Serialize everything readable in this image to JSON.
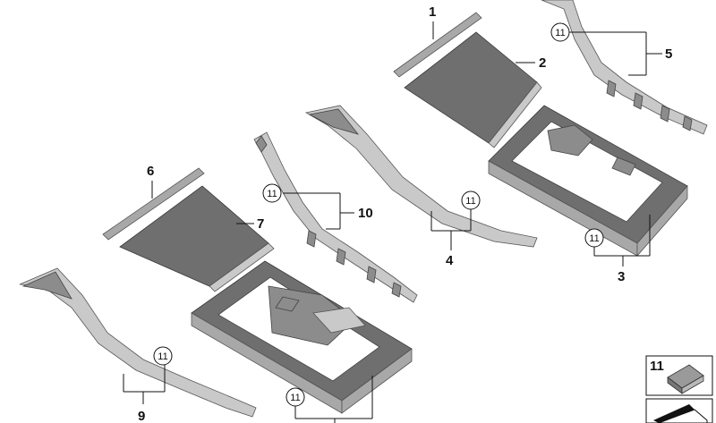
{
  "diagram": {
    "labels": {
      "p1": "1",
      "p2": "2",
      "p3": "3",
      "p4": "4",
      "p5": "5",
      "p6": "6",
      "p7": "7",
      "p9": "9",
      "p10": "10"
    },
    "clip_label": "11",
    "legend_label": "11"
  },
  "colors": {
    "part_dark": "#6f6f6f",
    "part_light": "#c9c9c9",
    "line": "#111111"
  }
}
